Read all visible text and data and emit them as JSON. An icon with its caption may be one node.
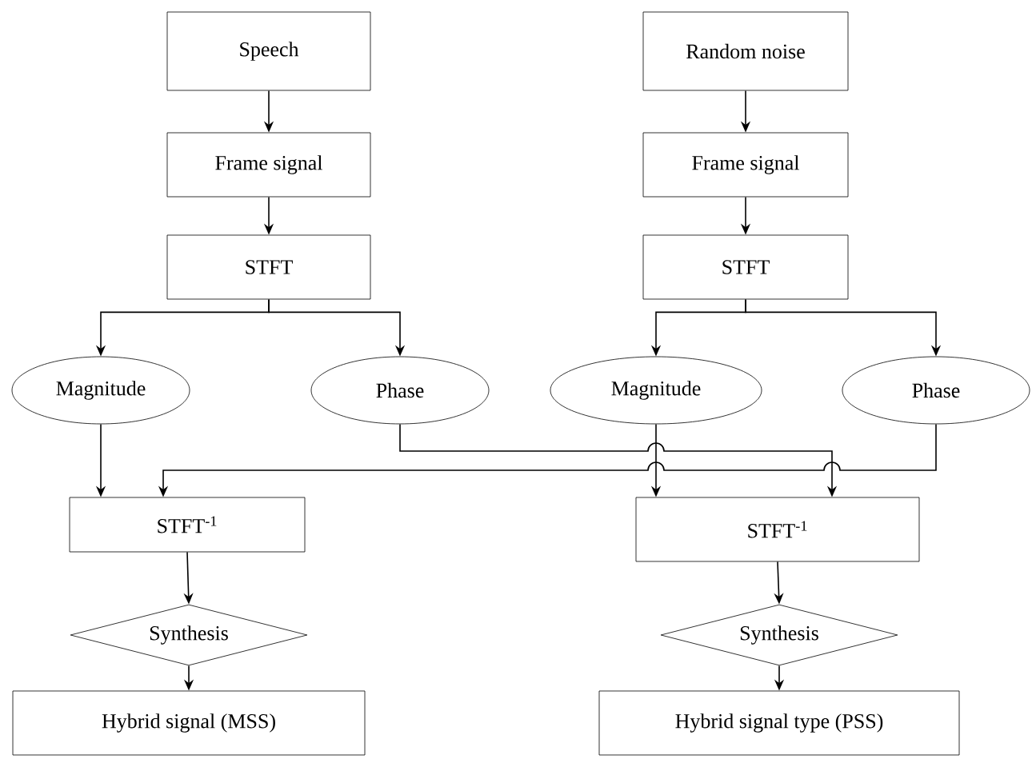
{
  "diagram": {
    "nodes": [
      {
        "text": [
          "Speech"
        ]
      },
      {
        "text": [
          "Frame signal"
        ]
      },
      {
        "text": [
          "STFT"
        ]
      },
      {
        "text": [
          "Magnitude"
        ]
      },
      {
        "text": [
          "Phase"
        ]
      },
      {
        "text": [
          "STFT$^{-1}$"
        ]
      },
      {
        "text": [
          "Synthesis"
        ]
      },
      {
        "text": [
          "Hybrid signal (MSS)"
        ]
      },
      {
        "text": [
          "Random noise"
        ]
      },
      {
        "text": [
          "Frame signal"
        ]
      },
      {
        "text": [
          "STFT"
        ]
      },
      {
        "text": [
          "Magnitude"
        ]
      },
      {
        "text": [
          "Phase"
        ]
      },
      {
        "text": [
          "STFT$^{-1}$"
        ]
      },
      {
        "text": [
          "Synthesis"
        ]
      },
      {
        "text": [
          "Hybrid signal type (PSS)"
        ]
      }
    ],
    "edges": [
      {
        "from": 0,
        "to": 1,
        "arrow": "to"
      },
      {
        "from": 1,
        "to": 2,
        "arrow": "to"
      },
      {
        "from": 2,
        "to": 3,
        "arrow": "to"
      },
      {
        "from": 2,
        "to": 4,
        "arrow": "to"
      },
      {
        "from": 3,
        "to": 5,
        "arrow": "to"
      },
      {
        "from": 12,
        "to": 5,
        "arrow": "to"
      },
      {
        "from": 5,
        "to": 6,
        "arrow": "to"
      },
      {
        "from": 6,
        "to": 7,
        "arrow": "to"
      },
      {
        "from": 8,
        "to": 9,
        "arrow": "to"
      },
      {
        "from": 9,
        "to": 10,
        "arrow": "to"
      },
      {
        "from": 10,
        "to": 11,
        "arrow": "to"
      },
      {
        "from": 10,
        "to": 12,
        "arrow": "to"
      },
      {
        "from": 11,
        "to": 13,
        "arrow": "to"
      },
      {
        "from": 4,
        "to": 13,
        "arrow": "to"
      },
      {
        "from": 13,
        "to": 14,
        "arrow": "to"
      },
      {
        "from": 14,
        "to": 15,
        "arrow": "to"
      }
    ]
  }
}
